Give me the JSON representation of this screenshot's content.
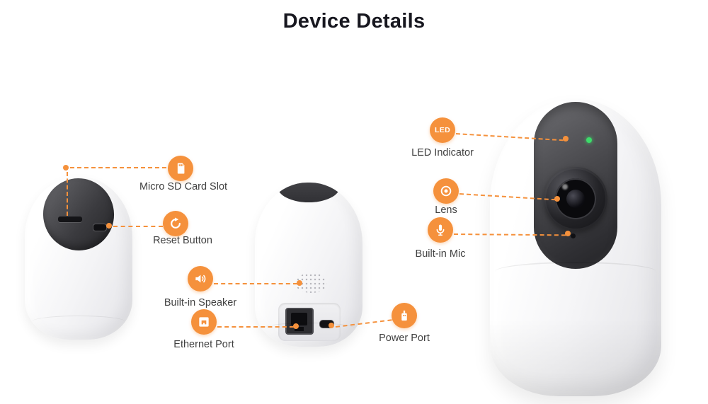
{
  "page": {
    "title": "Device Details"
  },
  "colors": {
    "accent": "#F5913C",
    "label": "#414141",
    "led_green": "#3ddc6a"
  },
  "callouts": {
    "sd": {
      "label": "Micro SD Card Slot"
    },
    "reset": {
      "label": "Reset Button"
    },
    "speaker": {
      "label": "Built-in Speaker"
    },
    "ethernet": {
      "label": "Ethernet Port"
    },
    "power": {
      "label": "Power Port"
    },
    "led": {
      "badge": "LED",
      "label": "LED Indicator"
    },
    "lens": {
      "label": "Lens"
    },
    "mic": {
      "label": "Built-in Mic"
    }
  }
}
